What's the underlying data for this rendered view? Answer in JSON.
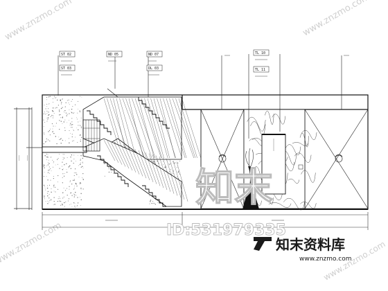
{
  "watermarks": {
    "top_left": "www.znzmo.com",
    "top_right": "www.znzmo.com",
    "left_lower": "www.znzmo.com",
    "bottom_right": "www.znzmo.com",
    "centre_mark": "知末",
    "brand_cn": "知末资料库",
    "brand_url": "www.znzmo.com",
    "id_text": "ID:531979335"
  },
  "tags": {
    "t1a": "ST  02",
    "t1b": "ST  03",
    "t2": "ND  05",
    "t3a": "ND  07",
    "t3b": "DL  03",
    "t4a": "TL  10",
    "t4b": "TL  11"
  }
}
